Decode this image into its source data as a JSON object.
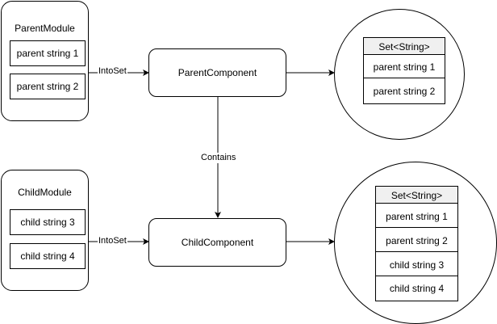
{
  "parent_module": {
    "title": "ParentModule",
    "items": [
      "parent string 1",
      "parent string 2"
    ]
  },
  "child_module": {
    "title": "ChildModule",
    "items": [
      "child string 3",
      "child string 4"
    ]
  },
  "parent_component": {
    "label": "ParentComponent"
  },
  "child_component": {
    "label": "ChildComponent"
  },
  "edges": {
    "parent_into_set": "IntoSet",
    "child_into_set": "IntoSet",
    "contains": "Contains"
  },
  "parent_set": {
    "header": "Set<String>",
    "items": [
      "parent string 1",
      "parent string 2"
    ]
  },
  "child_set": {
    "header": "Set<String>",
    "items": [
      "parent string 1",
      "parent string 2",
      "child string 3",
      "child string 4"
    ]
  },
  "colors": {
    "line": "#000000",
    "header_fill": "#f0f0f0",
    "background": "#ffffff"
  }
}
